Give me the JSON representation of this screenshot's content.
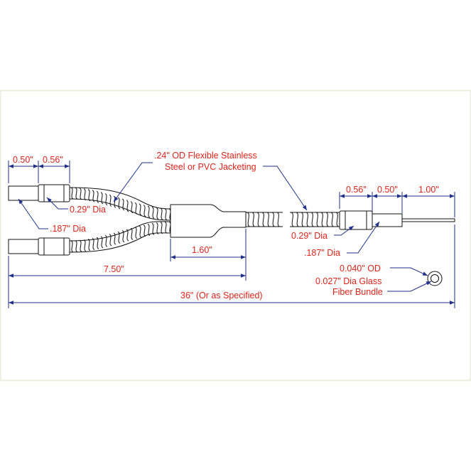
{
  "colors": {
    "frame": "#eeecdf",
    "dimension_line": "#1f2f8e",
    "label_text": "#e0241b",
    "outline": "#111111"
  },
  "labels": {
    "left_tip_length": "0.50\"",
    "left_body_length": "0.56\"",
    "jacketing_line1": ".24\" OD Flexible Stainless",
    "jacketing_line2": "Steel or PVC Jacketing",
    "left_body_dia": "0.29\" Dia",
    "left_tip_dia": ".187\" Dia",
    "breakout_length": "1.60\"",
    "leg_length": "7.50\"",
    "overall_length": "36\" (Or as Specified)",
    "right_body_length": "0.56\"",
    "right_tip_length": "0.50\"",
    "fiber_length": "1.00\"",
    "right_body_dia": "0.29\" Dia",
    "right_tip_dia": ".187\" Dia",
    "bundle_od": "0.040\" OD",
    "bundle_line1": "0.027\" Dia Glass",
    "bundle_line2": "Fiber Bundle"
  }
}
